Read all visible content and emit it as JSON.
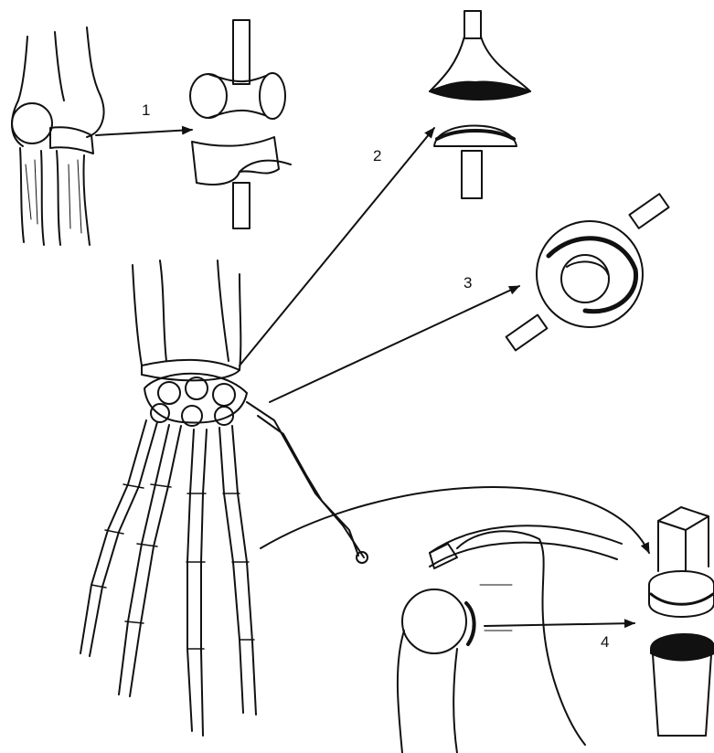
{
  "labels": {
    "l1": "1",
    "l2": "2",
    "l3": "3",
    "l4": "4"
  },
  "colors": {
    "ink": "#111111",
    "paper": "#ffffff"
  }
}
